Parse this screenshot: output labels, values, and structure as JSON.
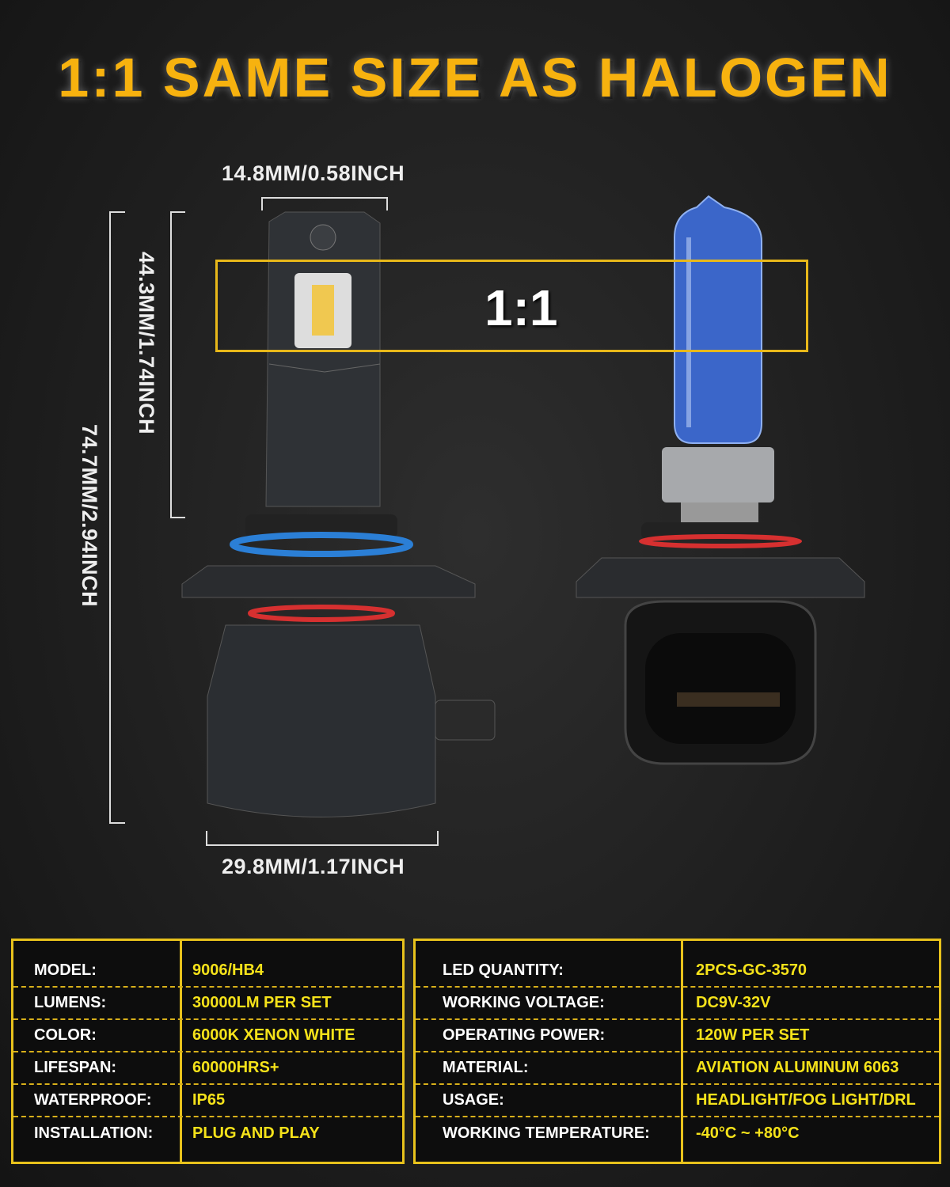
{
  "title": "1:1 SAME SIZE AS HALOGEN",
  "ratio_label": "1:1",
  "dimensions": {
    "width_top": "14.8MM/0.58INCH",
    "height_upper": "44.3MM/1.74INCH",
    "height_total": "74.7MM/2.94INCH",
    "width_base": "29.8MM/1.17INCH"
  },
  "colors": {
    "accent": "#f7b20f",
    "table_border": "#e8c21c",
    "value_text": "#f5e21a",
    "background": "#1c1c1c"
  },
  "specs_left": [
    {
      "label": "MODEL:",
      "value": "9006/HB4"
    },
    {
      "label": "LUMENS:",
      "value": "30000LM PER SET"
    },
    {
      "label": "COLOR:",
      "value": "6000K XENON WHITE"
    },
    {
      "label": "LIFESPAN:",
      "value": "60000HRS+"
    },
    {
      "label": "WATERPROOF:",
      "value": "IP65"
    },
    {
      "label": "INSTALLATION:",
      "value": "PLUG AND PLAY"
    }
  ],
  "specs_right": [
    {
      "label": "LED QUANTITY:",
      "value": "2PCS-GC-3570"
    },
    {
      "label": "WORKING VOLTAGE:",
      "value": "DC9V-32V"
    },
    {
      "label": "OPERATING POWER:",
      "value": "120W PER SET"
    },
    {
      "label": "MATERIAL:",
      "value": "AVIATION ALUMINUM 6063"
    },
    {
      "label": "USAGE:",
      "value": "HEADLIGHT/FOG LIGHT/DRL"
    },
    {
      "label": "WORKING TEMPERATURE:",
      "value": "-40°C ~ +80°C"
    }
  ]
}
